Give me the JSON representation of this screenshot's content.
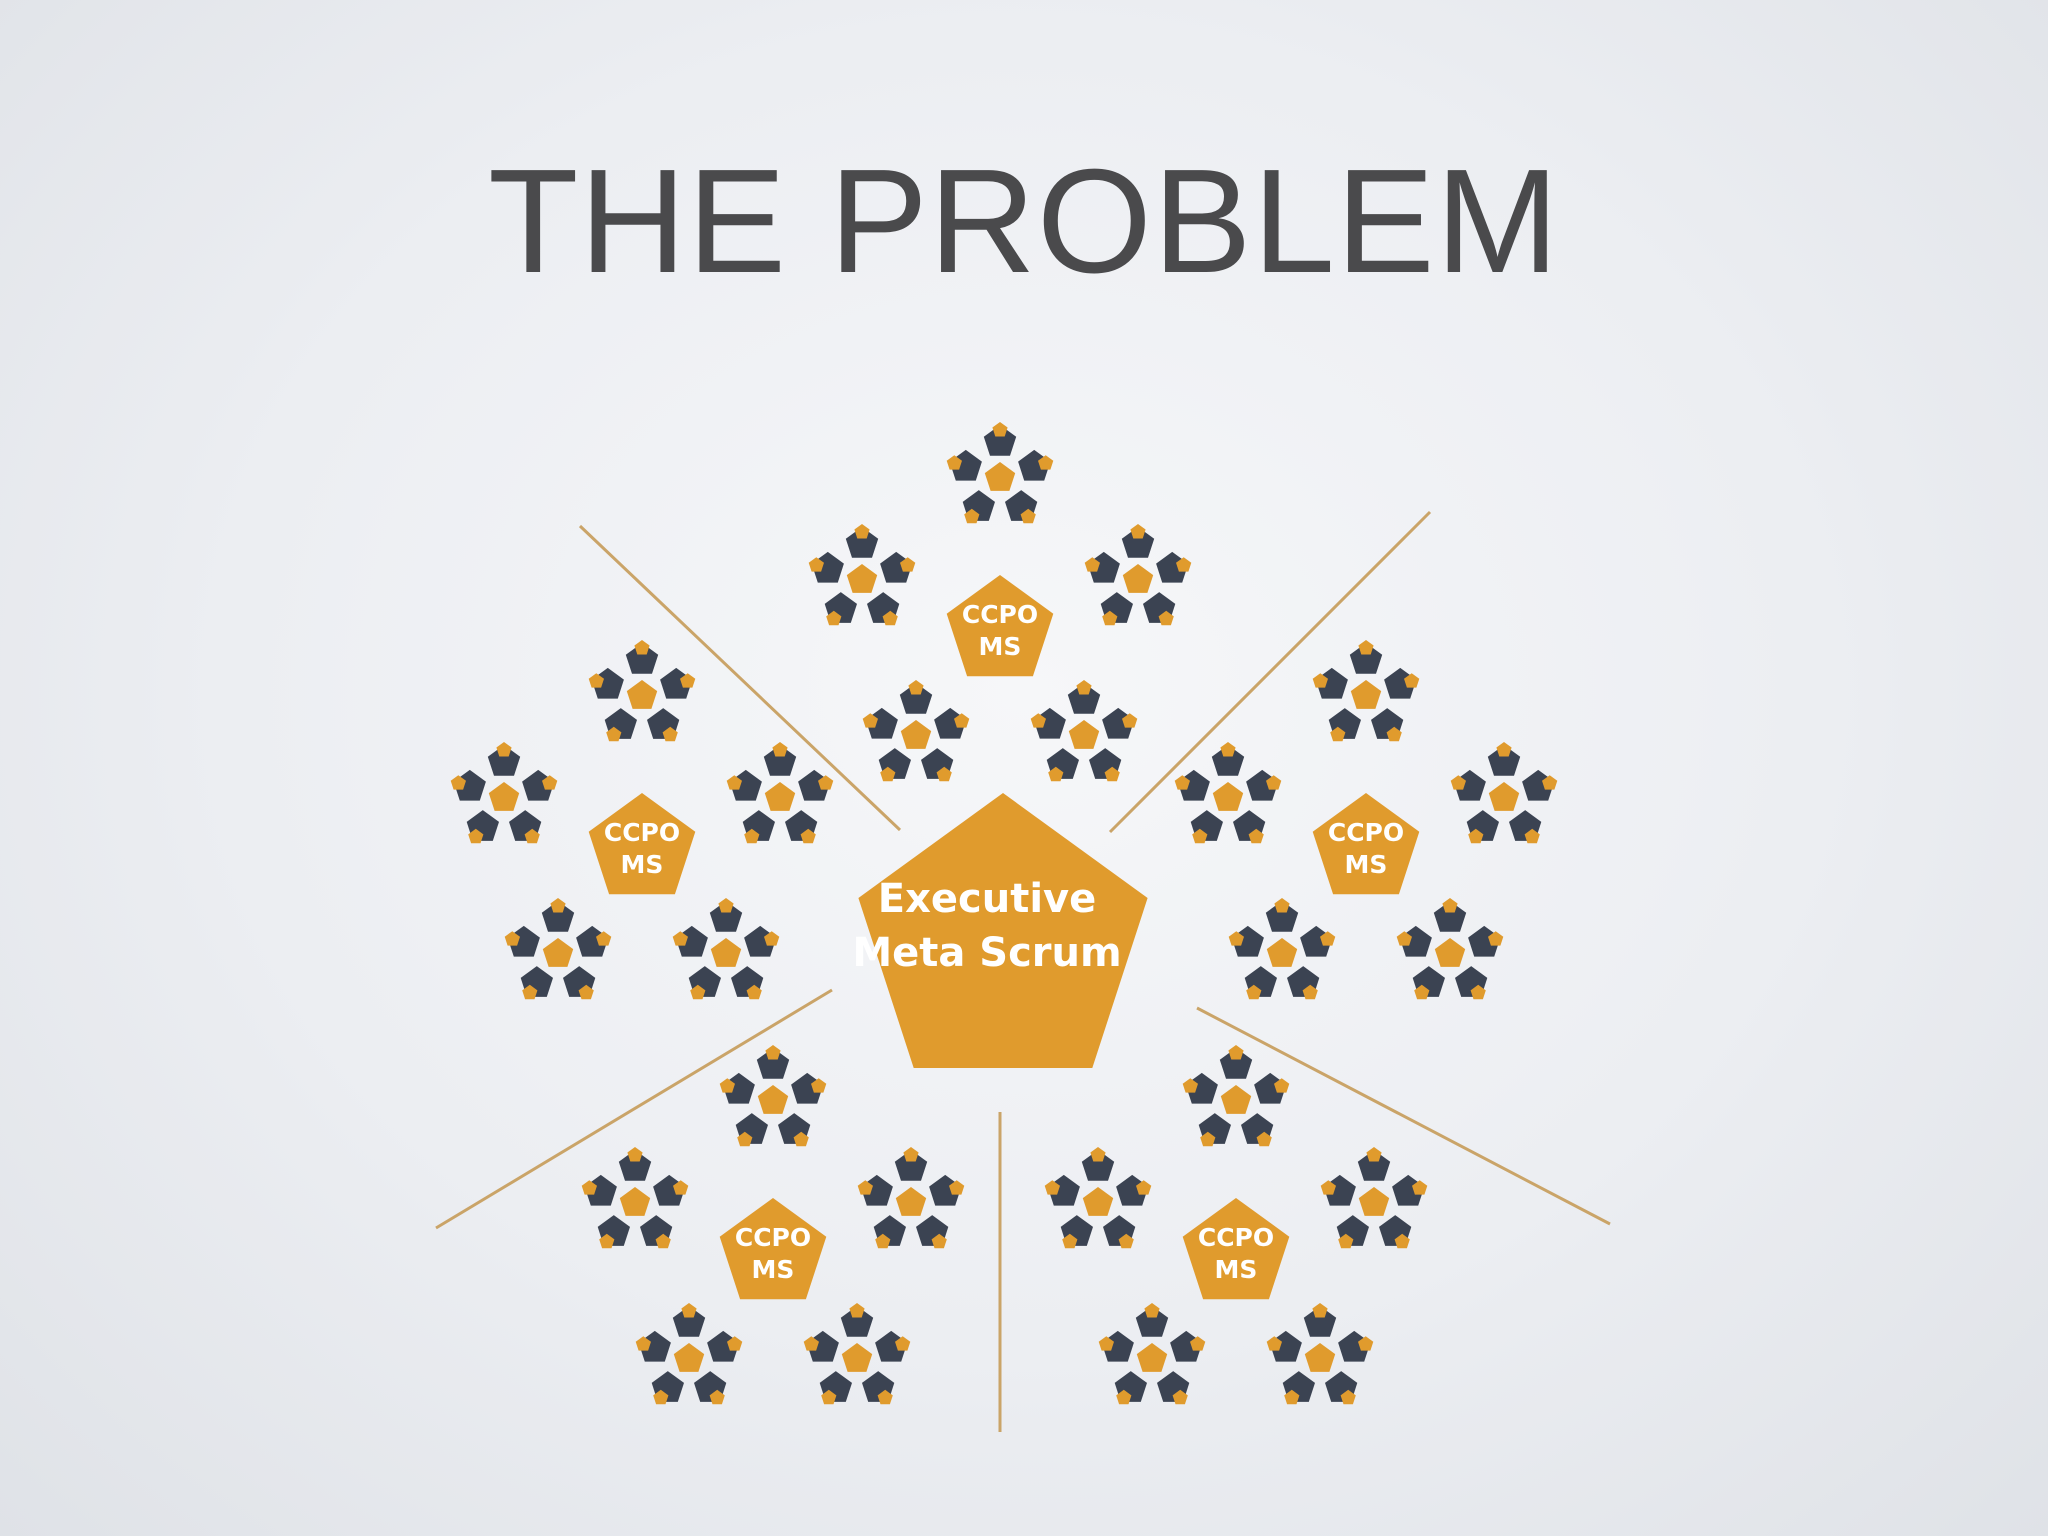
{
  "title": "THE PROBLEM",
  "center": {
    "line1": "Executive",
    "line2": "Meta Scrum"
  },
  "group_label": {
    "line1": "CCPO",
    "line2": "MS"
  },
  "groups": [
    {
      "name": "top"
    },
    {
      "name": "left"
    },
    {
      "name": "right"
    },
    {
      "name": "bottom-left"
    },
    {
      "name": "bottom-right"
    }
  ],
  "colors": {
    "accent": "#e09b2d",
    "dark": "#3b4352",
    "divider": "#caa468",
    "title": "#4a4a4c"
  }
}
